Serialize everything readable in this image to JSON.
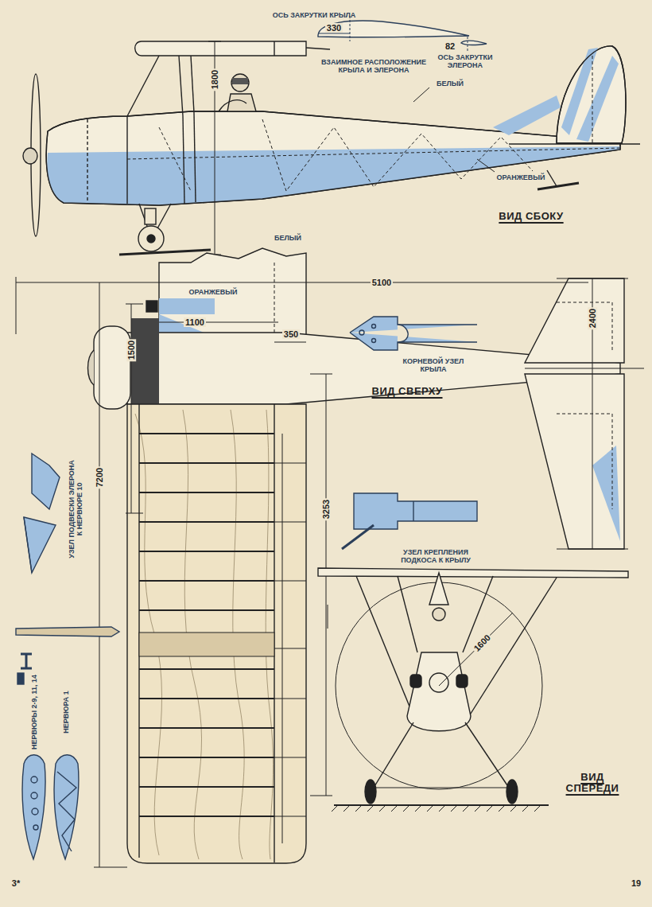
{
  "diagram": {
    "labels": [
      "ОСЬ ЗАКРУТКИ КРЫЛА",
      "330",
      "82",
      "ОСЬ ЗАКРУТКИ ЭЛЕРОНА",
      "ВЗАИМНОЕ РАСПОЛОЖЕНИЕ КРЫЛА И ЭЛЕРОНА",
      "1800",
      "БЕЛЫЙ",
      "ОРАНЖЕВЫЙ",
      "ВИД СБОКУ",
      "БЕЛЫЙ",
      "5100",
      "ОРАНЖЕВЫЙ",
      "1100",
      "350",
      "1500",
      "2400",
      "КОРНЕВОЙ УЗЕЛ КРЫЛА",
      "ВИД СВЕРХУ",
      "УЗЕЛ ПОДВЕСКИ ЭЛЕРОНА К НЕРВЮРЕ 10",
      "7200",
      "3253",
      "УЗЕЛ КРЕПЛЕНИЯ ПОДКОСА К КРЫЛУ",
      "НЕРВЮРЫ 2-9, 11, 14",
      "НЕРВЮРА 1",
      "1600",
      "ВИД СПЕРЕДИ",
      "3*",
      "19"
    ]
  }
}
